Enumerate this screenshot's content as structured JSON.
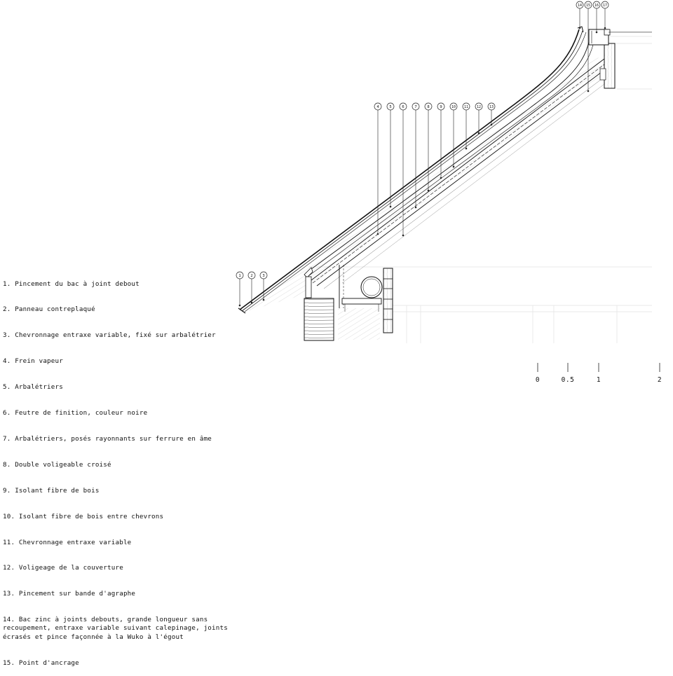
{
  "legend": [
    "1. Pincement du bac à joint debout",
    "2. Panneau contreplaqué",
    "3. Chevronnage entraxe variable, fixé sur arbalétrier",
    "4. Frein vapeur",
    "5. Arbalétriers",
    "6. Feutre de finition, couleur noire",
    "7. Arbalétriers, posés rayonnants sur ferrure en âme",
    "8. Double voligeable croisé",
    "9. Isolant fibre de bois",
    "10. Isolant fibre de bois entre chevrons",
    "11. Chevronnage entraxe variable",
    "12. Voligeage de la couverture",
    "13. Pincement sur bande d'agraphe",
    "14. Bac zinc à joints debouts, grande longueur sans recoupement, entraxe variable suivant calepinage, joints écrasés et pince façonnée à la Wuko à l'égout",
    "15. Point d'ancrage"
  ],
  "callouts": [
    "1",
    "2",
    "3",
    "4",
    "5",
    "6",
    "7",
    "8",
    "9",
    "10",
    "11",
    "12",
    "13",
    "14",
    "15",
    "16",
    "17"
  ],
  "scale_bar": [
    "0",
    "0.5",
    "1",
    "2"
  ]
}
